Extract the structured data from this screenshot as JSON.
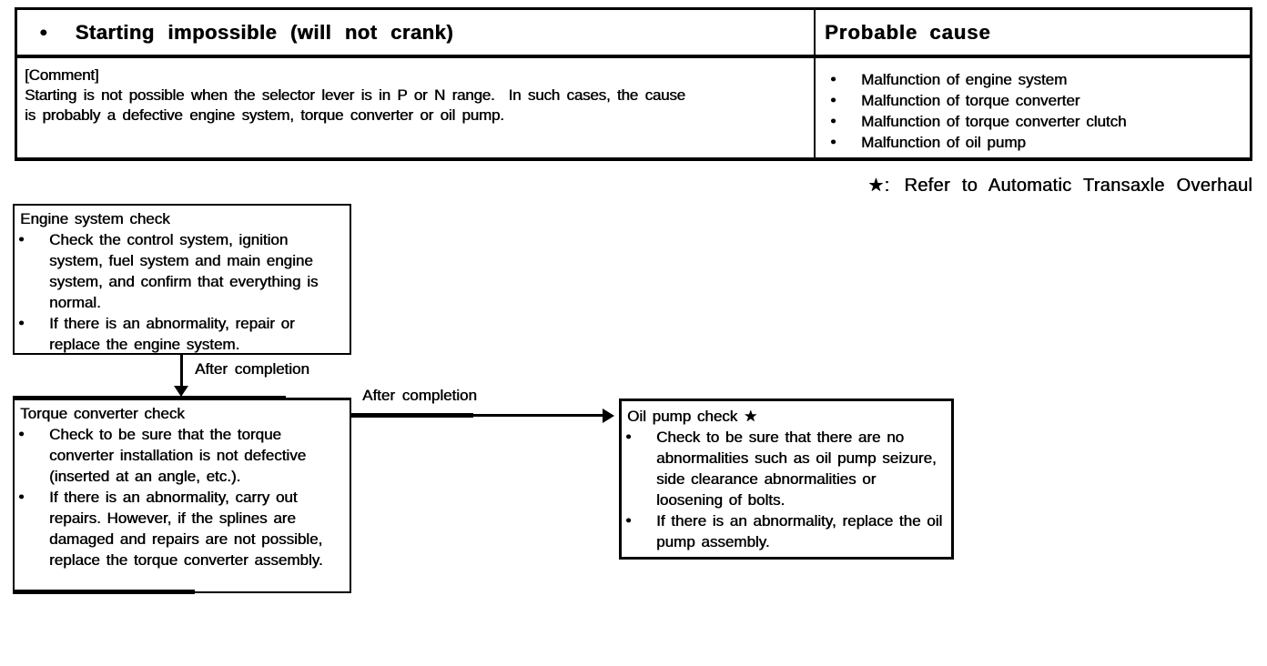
{
  "colors": {
    "ink": "#000000",
    "paper": "#ffffff"
  },
  "icons": {
    "bullet": "●"
  },
  "table": {
    "header": {
      "symptom": "Starting impossible (will not crank)",
      "cause_label": "Probable cause"
    },
    "comment": {
      "label": "[Comment]",
      "lines": [
        "Starting is not possible when the selector lever is in P or N range.  In such cases, the cause",
        "is probably a defective engine system, torque converter or oil pump."
      ]
    },
    "causes": [
      "Malfunction of engine system",
      "Malfunction of torque converter",
      "Malfunction of torque converter clutch",
      "Malfunction of oil pump"
    ]
  },
  "note": {
    "star": "★:",
    "text": "Refer to Automatic Transaxle Overhaul"
  },
  "flow": {
    "engine": {
      "title": "Engine system check",
      "bullets": [
        "Check the control system, ignition system, fuel system and main engine system, and confirm that everything is normal.",
        "If there is an abnormality, repair or replace the engine system."
      ]
    },
    "arrow1_label": "After completion",
    "torque": {
      "title": "Torque converter check",
      "bullets": [
        "Check to be sure that the torque converter installation is not defective (inserted at an angle, etc.).",
        "If there is an abnormality, carry out repairs.  However, if the splines are damaged and repairs are not possible, replace the torque converter assembly."
      ]
    },
    "arrow2_label": "After completion",
    "oil": {
      "title": "Oil pump check ★",
      "bullets": [
        "Check to be sure that there are no abnormalities such as oil pump seizure, side clearance abnormalities or loosening of bolts.",
        "If there is an abnormality, replace the oil pump assembly."
      ]
    }
  }
}
